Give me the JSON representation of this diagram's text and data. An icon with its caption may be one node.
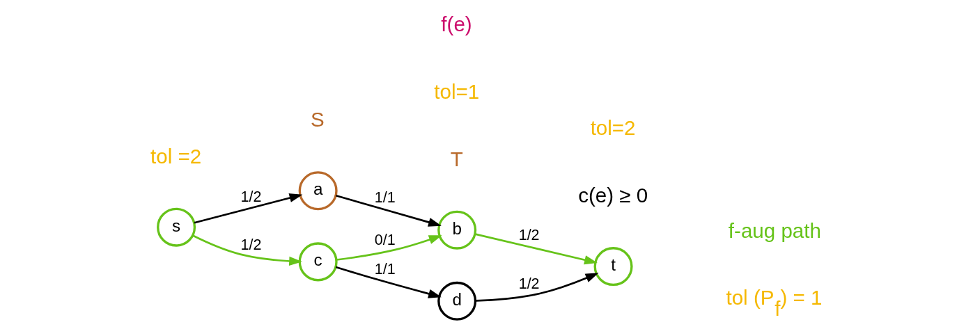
{
  "diagram": {
    "nodes": [
      {
        "text": [
          "s"
        ]
      },
      {
        "text": [
          "a"
        ]
      },
      {
        "text": [
          "c"
        ]
      },
      {
        "text": [
          "b"
        ]
      },
      {
        "text": [
          "d"
        ]
      },
      {
        "text": [
          "t"
        ]
      }
    ],
    "edges": [
      {
        "from": 0,
        "to": 1,
        "arrow": "to",
        "label": "1/2"
      },
      {
        "from": 0,
        "to": 2,
        "arrow": "to",
        "label": "1/2",
        "color": "#66c31a"
      },
      {
        "from": 1,
        "to": 3,
        "arrow": "to",
        "label": "1/1"
      },
      {
        "from": 2,
        "to": 3,
        "arrow": "to",
        "label": "0/1",
        "color": "#66c31a"
      },
      {
        "from": 3,
        "to": 5,
        "arrow": "to",
        "label": "1/2",
        "color": "#66c31a"
      },
      {
        "from": 2,
        "to": 4,
        "arrow": "to",
        "label": "1/1"
      },
      {
        "from": 4,
        "to": 5,
        "arrow": "to",
        "label": "1/2"
      }
    ],
    "labels": [
      "c(e) ≥ 0",
      "S",
      "T",
      "tol=2",
      "f-aug path",
      "tol=1",
      "tol (P$_{f}$) = 1",
      "tol =2",
      "f(e)"
    ]
  }
}
